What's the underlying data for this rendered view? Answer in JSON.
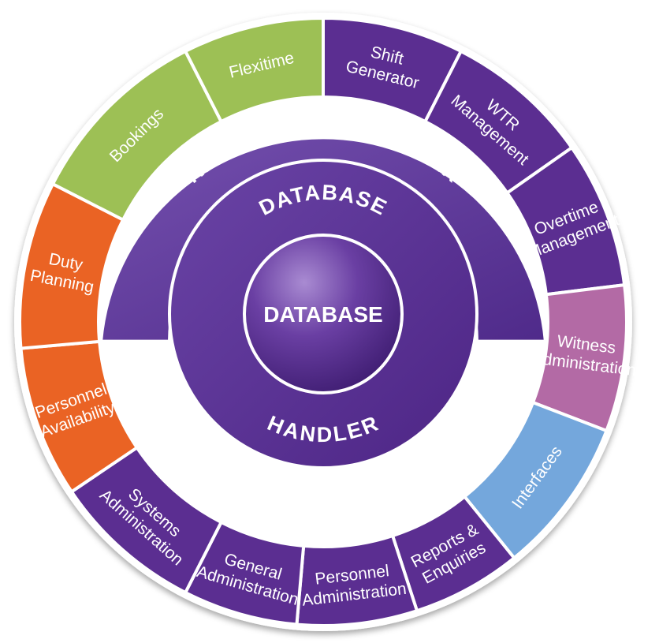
{
  "colors": {
    "purple": "#5b2e91",
    "purple_light": "#7b58b0",
    "green": "#9dc055",
    "orange": "#ea6324",
    "magenta": "#b36aa5",
    "blue": "#74a7dc"
  },
  "segments": [
    {
      "lines": [
        "Shift",
        "Generator"
      ],
      "color": "purple"
    },
    {
      "lines": [
        "WTR",
        "Management"
      ],
      "color": "purple"
    },
    {
      "lines": [
        "Overtime",
        "Management"
      ],
      "color": "purple"
    },
    {
      "lines": [
        "Witness",
        "Administration"
      ],
      "color": "magenta"
    },
    {
      "lines": [
        "Interfaces"
      ],
      "color": "blue"
    },
    {
      "lines": [
        "Reports &",
        "Enquiries"
      ],
      "color": "purple"
    },
    {
      "lines": [
        "Personnel",
        "Administration"
      ],
      "color": "purple"
    },
    {
      "lines": [
        "General",
        "Administration"
      ],
      "color": "purple"
    },
    {
      "lines": [
        "Systems",
        "Administration"
      ],
      "color": "purple"
    },
    {
      "lines": [
        "Personnel",
        "Availability"
      ],
      "color": "orange"
    },
    {
      "lines": [
        "Duty",
        "Planning"
      ],
      "color": "orange"
    },
    {
      "lines": [
        "Bookings"
      ],
      "color": "green"
    },
    {
      "lines": [
        "Flexitime"
      ],
      "color": "green"
    }
  ],
  "regulations_handler": "REGULATIONS HANDLER",
  "database_handler_top": "DATABASE",
  "database_handler_bottom": "HANDLER",
  "core": "DATABASE"
}
